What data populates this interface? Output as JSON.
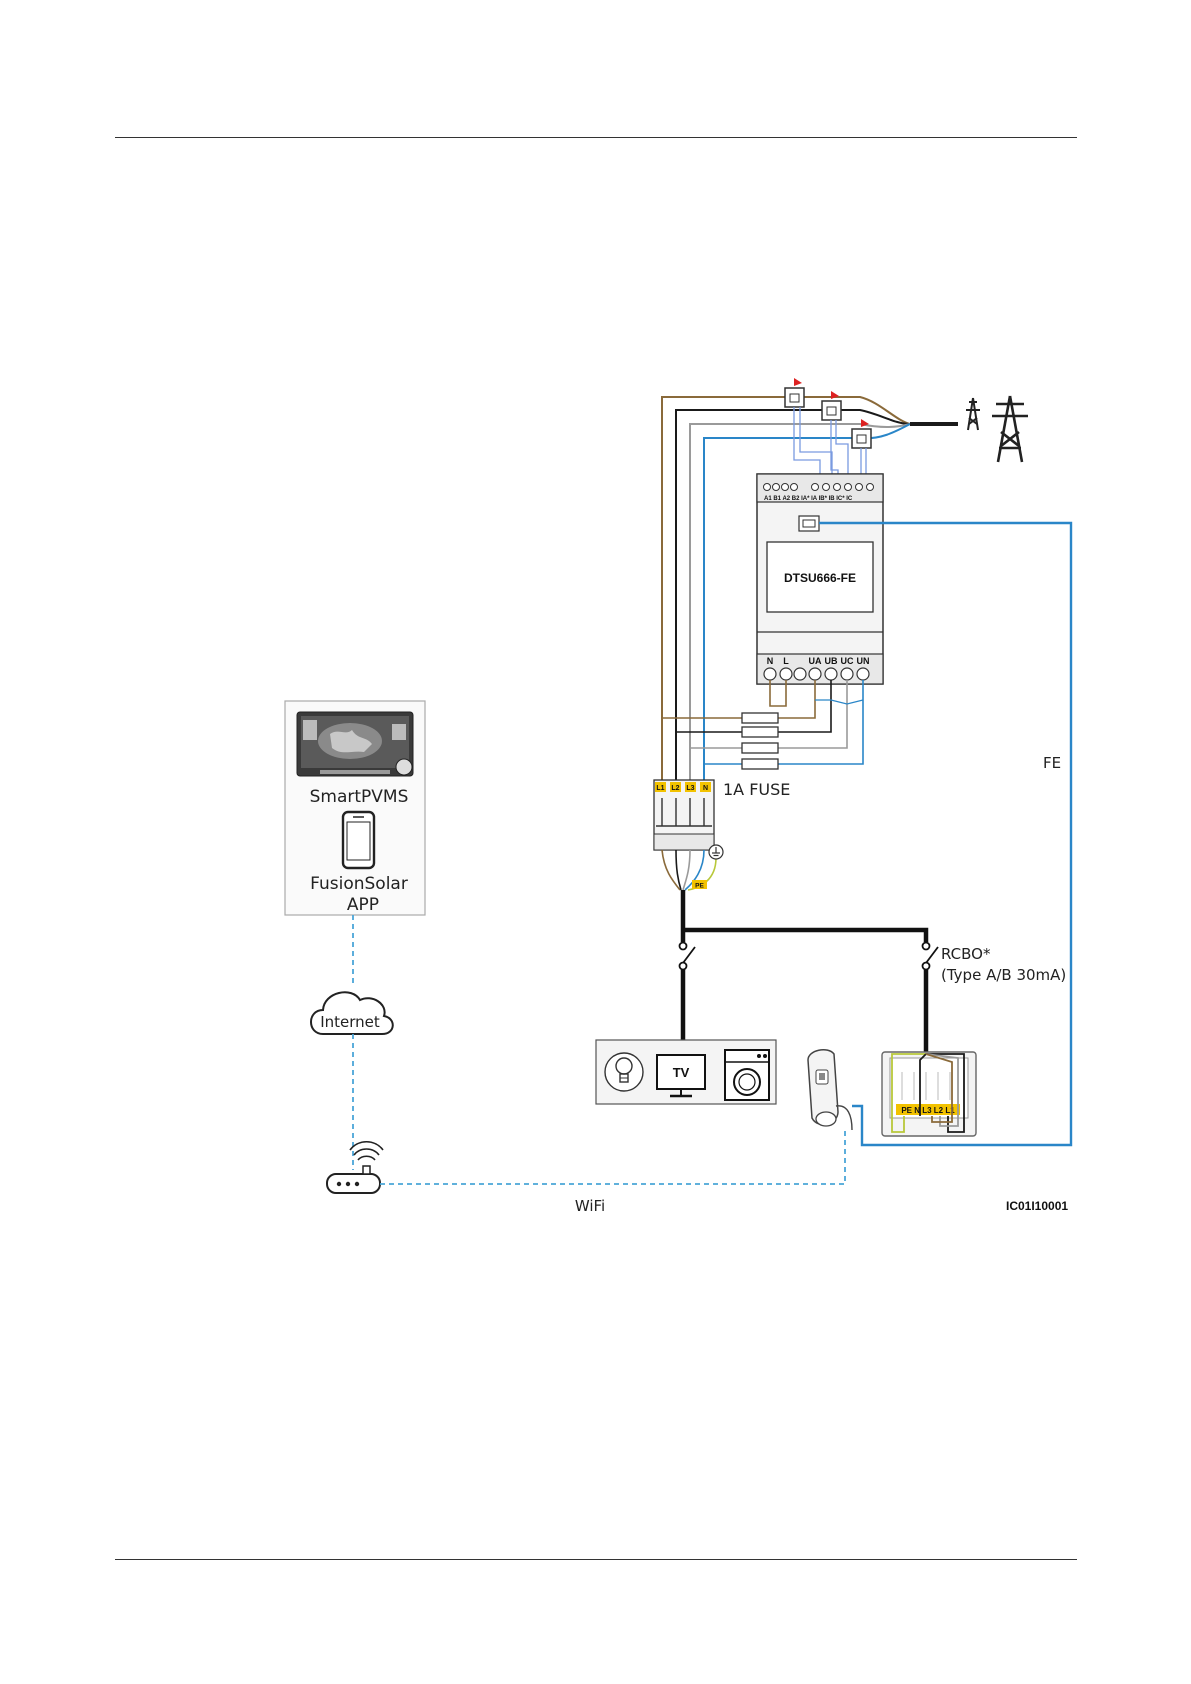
{
  "diagram": {
    "meter_model": "DTSU666-FE",
    "meter_top_terminals": "A1 B1 A2 B2   IA* IA IB* IB IC* IC",
    "meter_bottom_terminals": [
      "N",
      "L",
      "UA",
      "UB",
      "UC",
      "UN"
    ],
    "breaker_poles": [
      "L1",
      "L2",
      "L3",
      "N"
    ],
    "fuse_label": "1A FUSE",
    "pe_tag": "PE",
    "fe_label": "FE",
    "rcbo_label": "RCBO*",
    "rcbo_type": "(Type A/B 30mA)",
    "smartpvms_label": "SmartPVMS",
    "app_label_line1": "FusionSolar",
    "app_label_line2": "APP",
    "internet_label": "Internet",
    "tv_label": "TV",
    "wifi_label": "WiFi",
    "charger_terminals": "PE N L3 L2 L1",
    "figure_id": "IC01I10001",
    "colors": {
      "brown": "#8a6a3a",
      "black": "#1a1a1a",
      "grey": "#9a9a9a",
      "blue": "#2a86c8",
      "yellow_green": "#b8c83a",
      "label_yellow": "#f2c200",
      "dashed_blue": "#4aa6d8"
    }
  }
}
